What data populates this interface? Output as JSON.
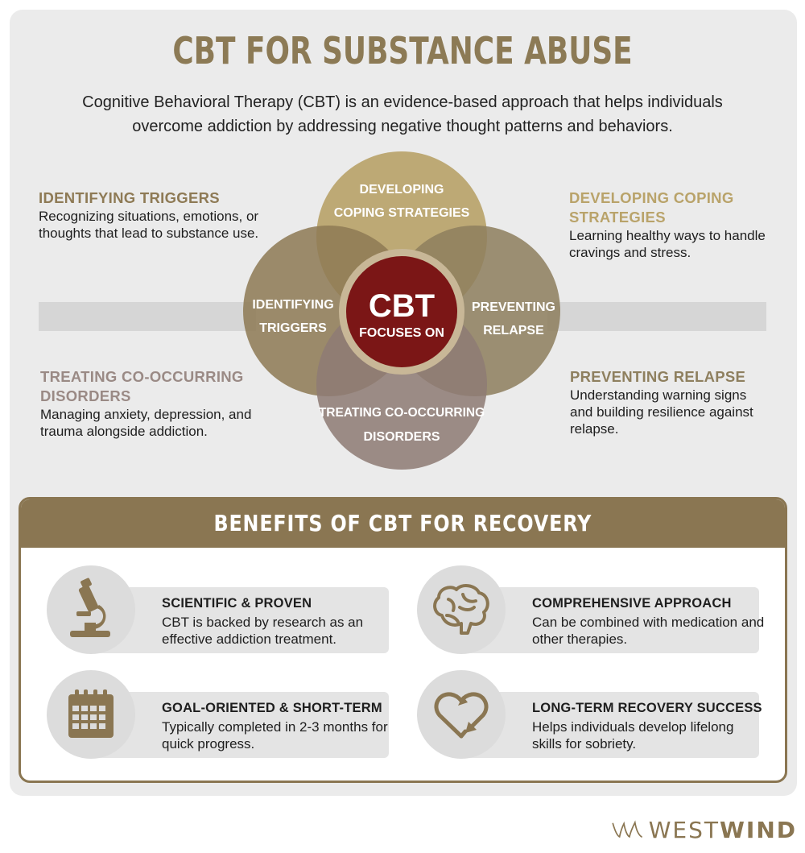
{
  "title": "CBT FOR SUBSTANCE ABUSE",
  "intro": {
    "line1": "Cognitive Behavioral Therapy (CBT) is an evidence-based approach that helps individuals",
    "line2": "overcome addiction by addressing negative thought patterns and behaviors."
  },
  "colors": {
    "brand": "#8a7652",
    "title": "#8c7a55",
    "coping": "#b9a36a",
    "triggers": "#8e7a55",
    "relapse": "#8e7f5e",
    "disorders": "#8e7b75",
    "center": "#7b1616"
  },
  "sides": {
    "triggers": {
      "heading": "IDENTIFYING TRIGGERS",
      "text": "Recognizing situations, emotions, or thoughts that lead to substance use."
    },
    "coping": {
      "heading_line1": "DEVELOPING COPING",
      "heading_line2": "STRATEGIES",
      "text": "Learning healthy ways to handle cravings and stress."
    },
    "disorders": {
      "heading_line1": "TREATING CO-OCCURRING",
      "heading_line2": "DISORDERS",
      "text": "Managing anxiety, depression, and trauma alongside addiction."
    },
    "relapse": {
      "heading": "PREVENTING RELAPSE",
      "text": "Understanding warning signs and building resilience against relapse."
    }
  },
  "venn": {
    "top": [
      "DEVELOPING",
      "COPING STRATEGIES"
    ],
    "left": [
      "IDENTIFYING",
      "TRIGGERS"
    ],
    "right": [
      "PREVENTING",
      "RELAPSE"
    ],
    "bottom": [
      "TREATING CO-OCCURRING",
      "DISORDERS"
    ],
    "center_big": "CBT",
    "center_small": "FOCUSES ON"
  },
  "benefits": {
    "heading": "BENEFITS OF CBT FOR RECOVERY",
    "items": [
      {
        "title": "SCIENTIFIC & PROVEN",
        "text": "CBT is backed by research as an effective addiction treatment.",
        "icon": "microscope-icon"
      },
      {
        "title": "COMPREHENSIVE APPROACH",
        "text": "Can be combined with medication and other therapies.",
        "icon": "brain-icon"
      },
      {
        "title": "GOAL-ORIENTED & SHORT-TERM",
        "text": "Typically completed in 2-3 months for quick progress.",
        "icon": "calendar-icon"
      },
      {
        "title": "LONG-TERM RECOVERY SUCCESS",
        "text": "Helps individuals develop lifelong skills for sobriety.",
        "icon": "heart-arrows-icon"
      }
    ]
  },
  "logo": {
    "west": "WEST",
    "wind": "WIND"
  }
}
